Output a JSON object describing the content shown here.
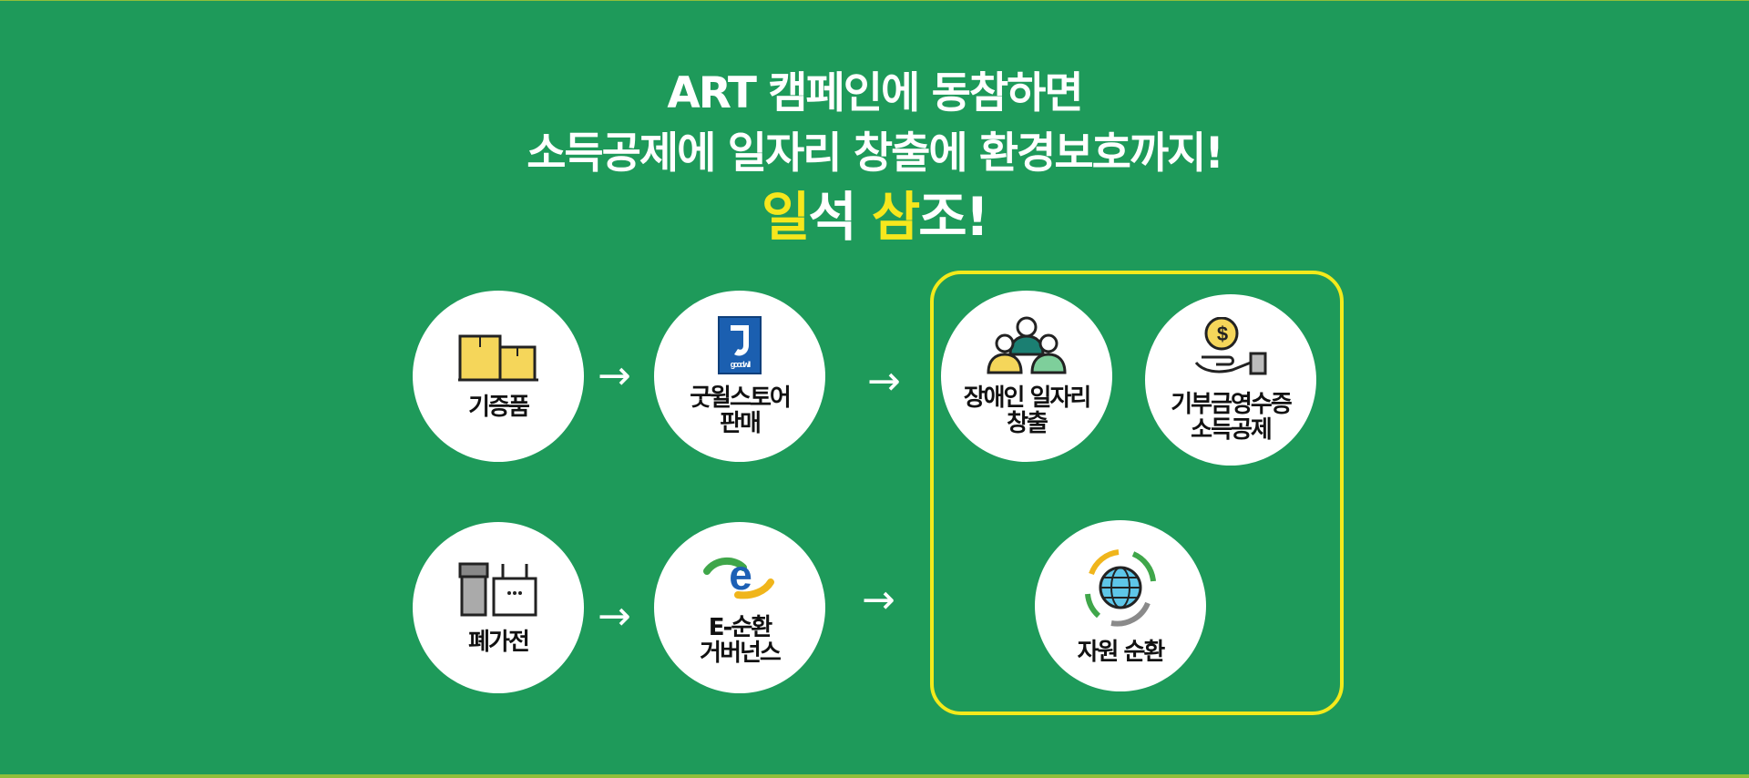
{
  "headline": {
    "line1": "ART 캠페인에 동참하면",
    "line2": "소득공제에 일자리 창출에 환경보호까지!",
    "line3_part1": "일",
    "line3_part2": "석 ",
    "line3_part3": "삼",
    "line3_part4": "조!"
  },
  "flow_top": {
    "donation": "기증품",
    "store_line1": "굿윌스토어",
    "store_line2": "판매",
    "jobs_line1": "장애인 일자리",
    "jobs_line2": "창출",
    "tax_line1": "기부금영수증",
    "tax_line2": "소득공제"
  },
  "flow_bottom": {
    "ewaste": "폐가전",
    "ecycle_line1": "E-순환",
    "ecycle_line2": "거버넌스",
    "resource": "자원 순환"
  },
  "arrow": "→",
  "icons": {
    "boxes": "boxes-icon",
    "goodwill": "goodwill-logo-icon",
    "people": "people-icon",
    "money_hand": "money-hand-icon",
    "appliances": "appliances-icon",
    "e_cycle": "e-cycle-logo-icon",
    "globe_recycle": "globe-recycle-icon"
  },
  "goodwill_logo_text": "goodwill",
  "colors": {
    "background": "#1e9a5a",
    "accent_yellow": "#f6e71d",
    "highlight_border": "#f3ea1b"
  }
}
